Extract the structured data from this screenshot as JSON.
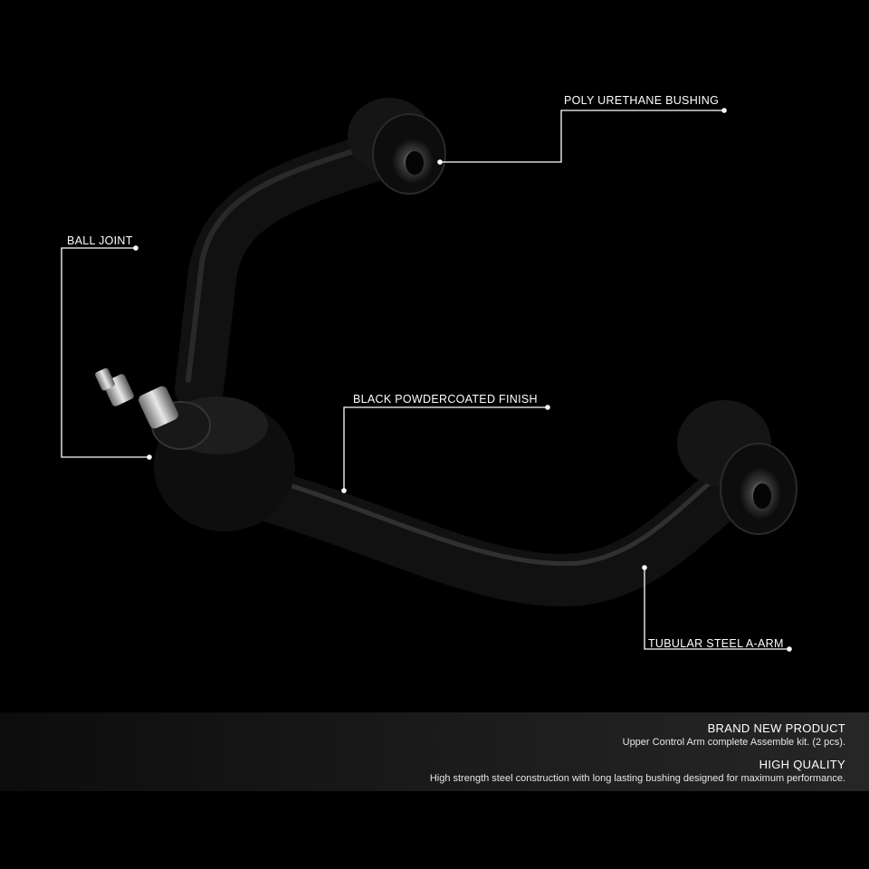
{
  "callouts": {
    "bushing": "POLY URETHANE BUSHING",
    "ball_joint": "BALL JOINT",
    "finish": "BLACK POWDERCOATED FINISH",
    "arm": "TUBULAR STEEL A-ARM"
  },
  "footer": {
    "heading_1": "BRAND NEW PRODUCT",
    "text_1": "Upper Control Arm complete Assemble kit. (2 pcs).",
    "heading_2": "HIGH QUALITY",
    "text_2": "High strength steel construction with long lasting bushing designed for maximum performance."
  },
  "colors": {
    "background": "#000000",
    "text": "#ffffff",
    "footer_band": "#1c1c1c"
  }
}
